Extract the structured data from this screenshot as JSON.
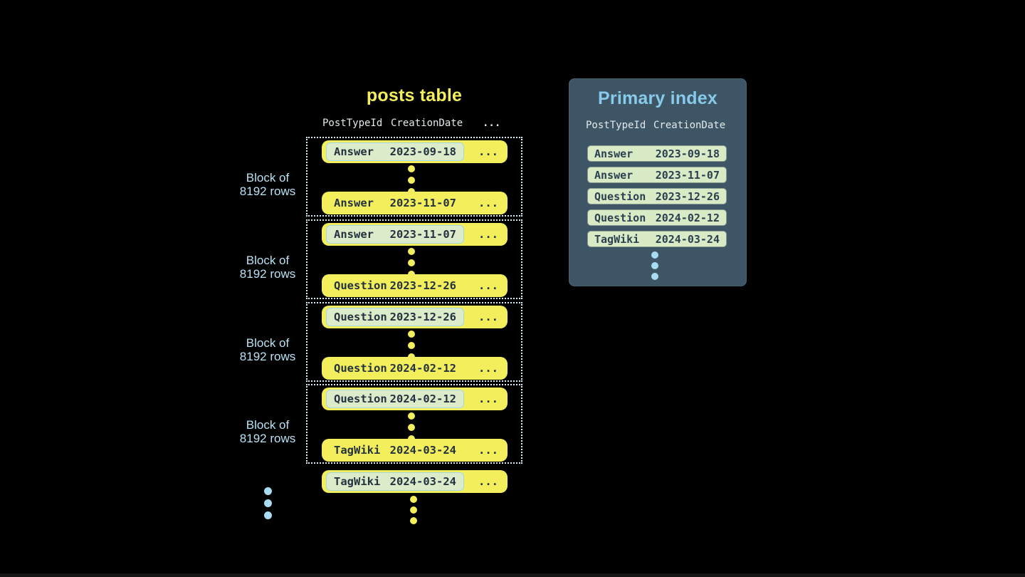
{
  "colors": {
    "background": "#000000",
    "row_yellow": "#f3ee5c",
    "row_text": "#243240",
    "key_pill_green": "#dcecca",
    "key_pill_border_blue": "#a5d7e9",
    "block_outline": "#d9eff8",
    "label_blue": "#b9e2f3",
    "panel_background": "#3d5565",
    "panel_title_blue": "#88cae9",
    "column_header_text": "#e3eaec",
    "index_row_green": "#d9eac6",
    "dots_blue": "#a9dcf2"
  },
  "posts_table": {
    "title": "posts table",
    "columns": [
      "PostTypeId",
      "CreationDate"
    ],
    "ellipsis": "...",
    "blocks": [
      {
        "label": [
          "Block of",
          "8192 rows"
        ],
        "first_row": {
          "type": "Answer",
          "date": "2023-09-18"
        },
        "last_row": {
          "type": "Answer",
          "date": "2023-11-07"
        }
      },
      {
        "label": [
          "Block of",
          "8192 rows"
        ],
        "first_row": {
          "type": "Answer",
          "date": "2023-11-07"
        },
        "last_row": {
          "type": "Question",
          "date": "2023-12-26"
        }
      },
      {
        "label": [
          "Block of",
          "8192 rows"
        ],
        "first_row": {
          "type": "Question",
          "date": "2023-12-26"
        },
        "last_row": {
          "type": "Question",
          "date": "2024-02-12"
        }
      },
      {
        "label": [
          "Block of",
          "8192 rows"
        ],
        "first_row": {
          "type": "Question",
          "date": "2024-02-12"
        },
        "last_row": {
          "type": "TagWiki",
          "date": "2024-03-24"
        }
      }
    ],
    "overflow_row": {
      "type": "TagWiki",
      "date": "2024-03-24"
    }
  },
  "primary_index": {
    "title": "Primary index",
    "columns": [
      "PostTypeId",
      "CreationDate"
    ],
    "rows": [
      {
        "type": "Answer",
        "date": "2023-09-18"
      },
      {
        "type": "Answer",
        "date": "2023-11-07"
      },
      {
        "type": "Question",
        "date": "2023-12-26"
      },
      {
        "type": "Question",
        "date": "2024-02-12"
      },
      {
        "type": "TagWiki",
        "date": "2024-03-24"
      }
    ]
  }
}
